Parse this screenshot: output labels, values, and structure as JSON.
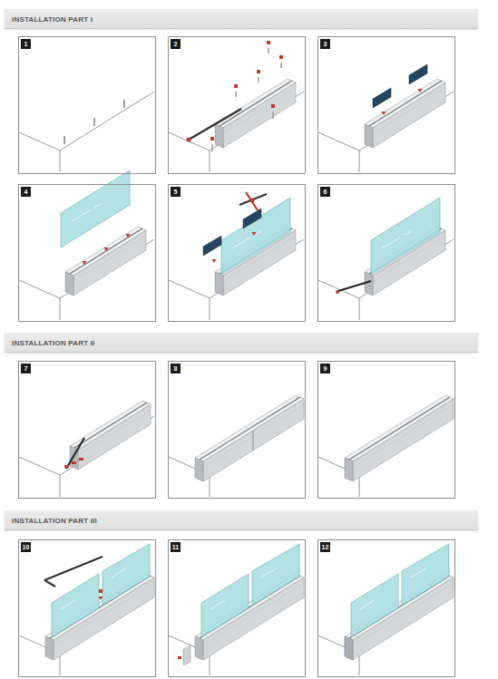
{
  "diagram": {
    "nodes": [
      {
        "text": [
          "INSTALLATION PART I"
        ]
      },
      {
        "text": [
          "1"
        ]
      },
      {
        "text": [
          "2"
        ]
      },
      {
        "text": [
          "3"
        ]
      },
      {
        "text": [
          "4"
        ]
      },
      {
        "text": [
          "5"
        ]
      },
      {
        "text": [
          "6"
        ]
      },
      {
        "text": [
          "INSTALLATION PART II"
        ]
      },
      {
        "text": [
          "7"
        ]
      },
      {
        "text": [
          "8"
        ]
      },
      {
        "text": [
          "9"
        ]
      },
      {
        "text": [
          "INSTALLATION PART III"
        ]
      },
      {
        "text": [
          "10"
        ]
      },
      {
        "text": [
          "11"
        ]
      },
      {
        "text": [
          "12"
        ]
      }
    ]
  }
}
